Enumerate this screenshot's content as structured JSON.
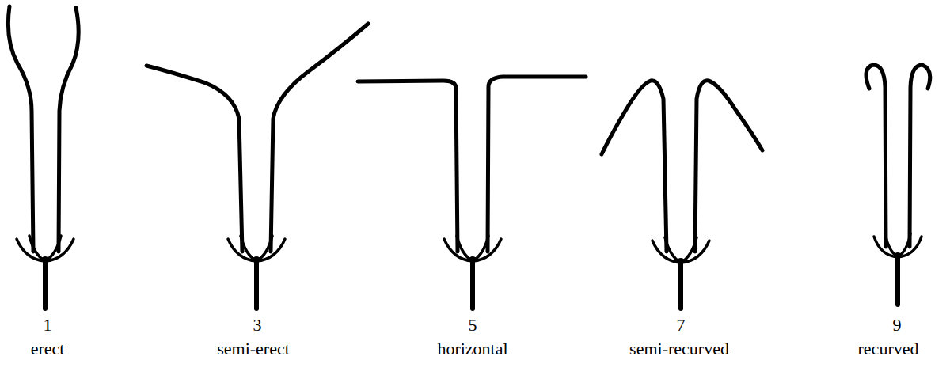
{
  "diagram": {
    "labels": [
      "1",
      "erect",
      "3",
      "semi-erect",
      "5",
      "horizontal",
      "7",
      "semi-recurved",
      "9",
      "recurved"
    ]
  }
}
